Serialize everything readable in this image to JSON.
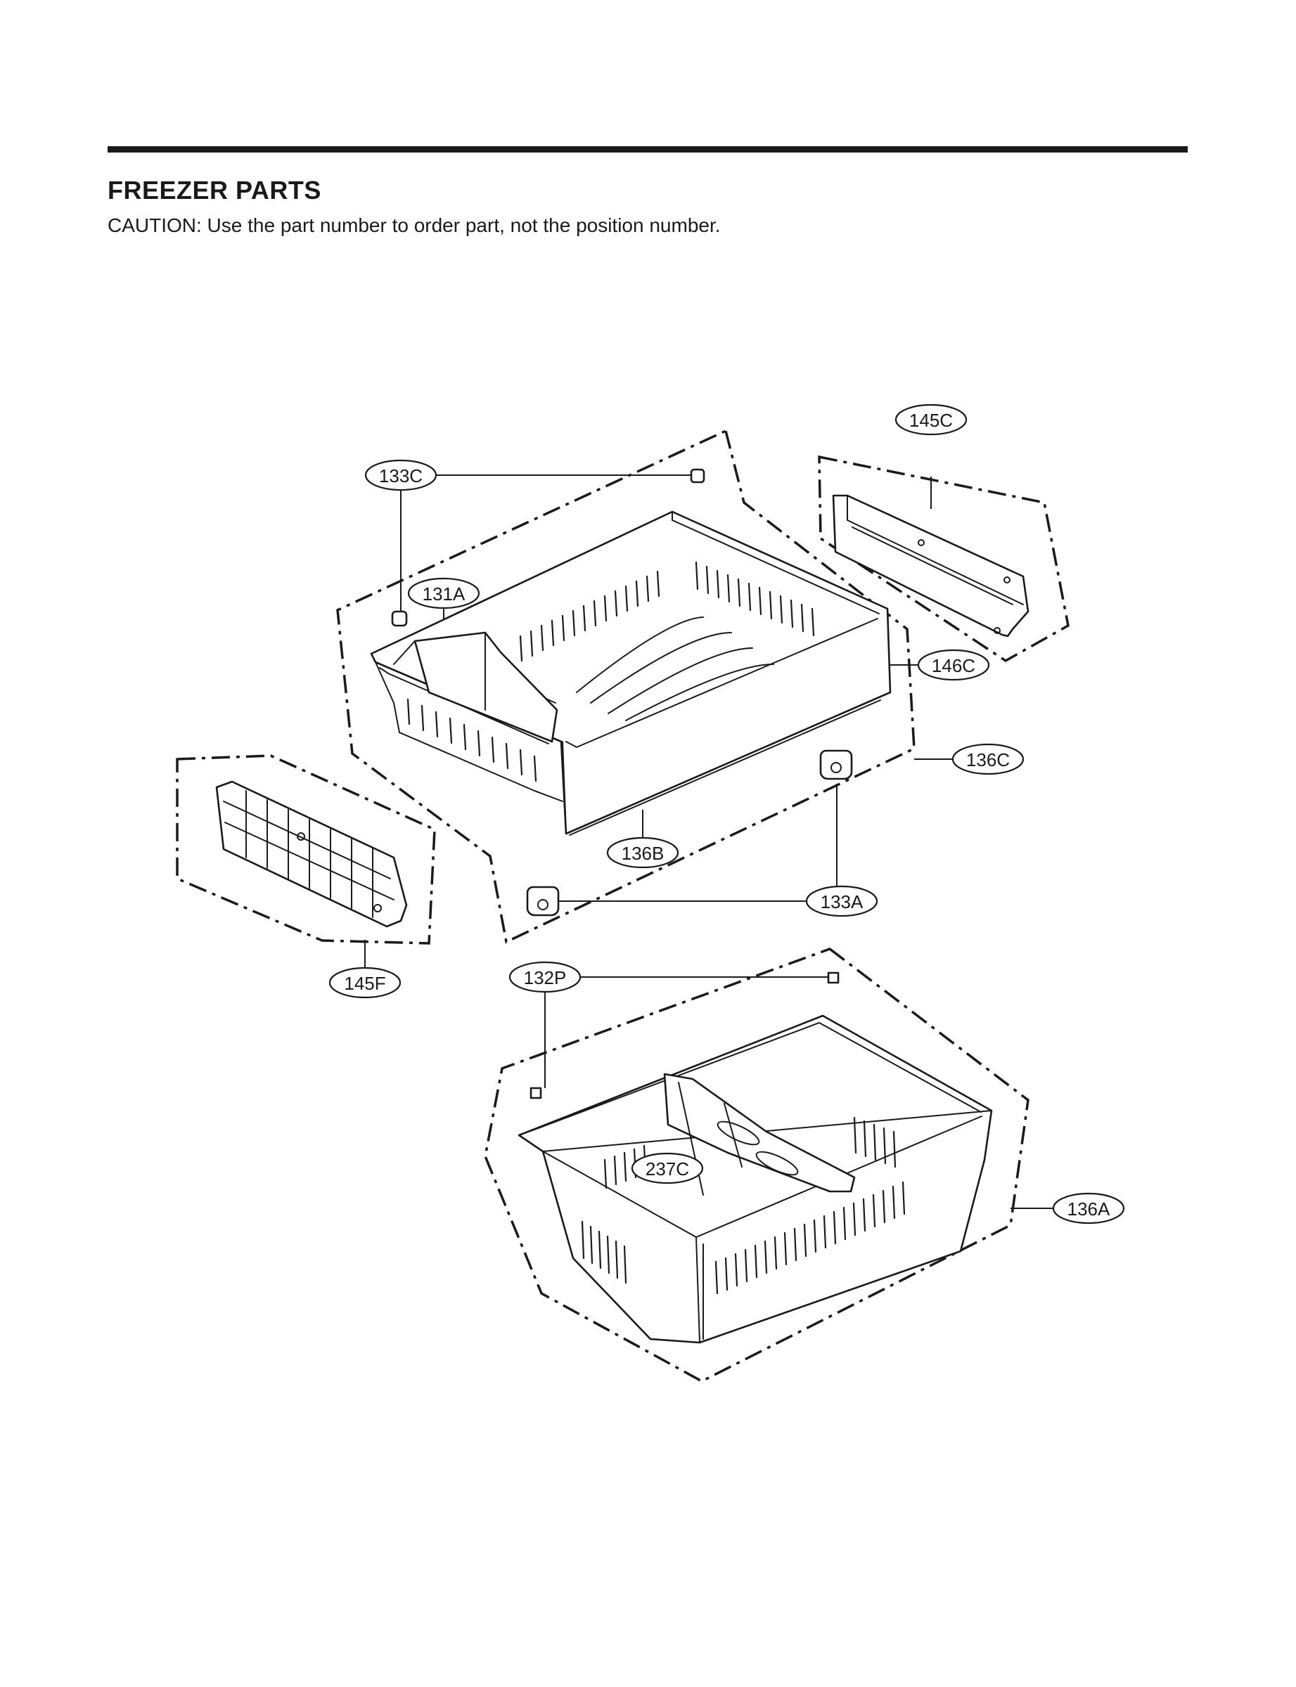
{
  "header": {
    "title": "FREEZER PARTS",
    "caution": "CAUTION: Use the part number to order part, not the position number."
  },
  "callouts": [
    {
      "id": "145C",
      "label": "145C"
    },
    {
      "id": "133C",
      "label": "133C"
    },
    {
      "id": "131A",
      "label": "131A"
    },
    {
      "id": "146C",
      "label": "146C"
    },
    {
      "id": "136C",
      "label": "136C"
    },
    {
      "id": "136B",
      "label": "136B"
    },
    {
      "id": "133A",
      "label": "133A"
    },
    {
      "id": "145F",
      "label": "145F"
    },
    {
      "id": "132P",
      "label": "132P"
    },
    {
      "id": "237C",
      "label": "237C"
    },
    {
      "id": "136A",
      "label": "136A"
    }
  ]
}
